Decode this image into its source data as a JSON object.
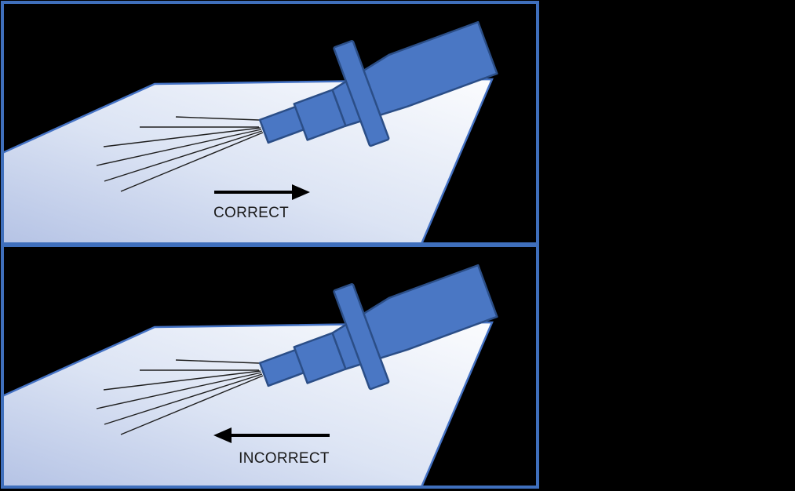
{
  "panels": [
    {
      "id": "correct",
      "label": "CORRECT",
      "arrow_direction": "right"
    },
    {
      "id": "incorrect",
      "label": "INCORRECT",
      "arrow_direction": "left"
    }
  ],
  "colors": {
    "canvas_background": "#000000",
    "panel_background": "#000000",
    "panel_border": "#3f6fbc",
    "gun_fill": "#4a77c4",
    "gun_stroke": "#2b4e87",
    "surface_stroke": "#4472c4",
    "surface_light": "#fbfcfe",
    "surface_mid": "#dce4f4",
    "surface_dark": "#b5c3e5",
    "spray_line": "#1f1f1f",
    "arrow": "#000000",
    "label_text": "#1a1a1a"
  }
}
